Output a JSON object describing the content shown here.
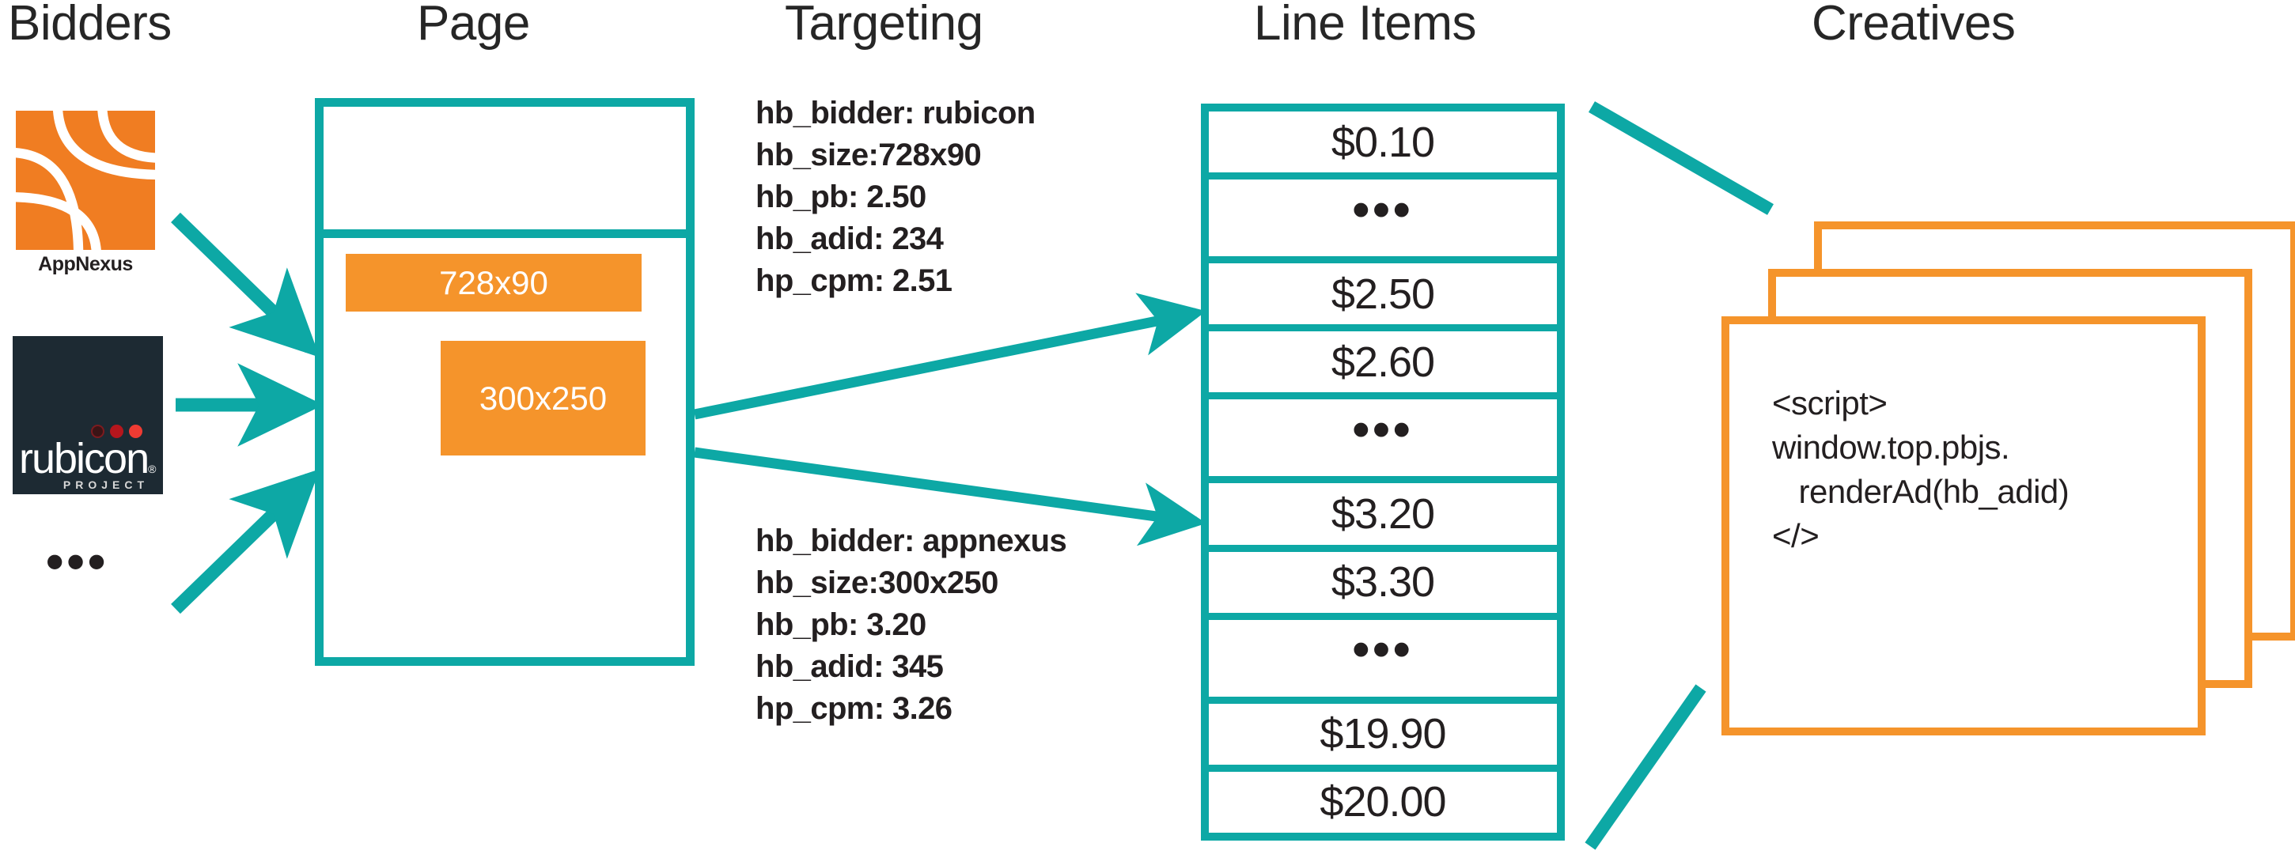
{
  "colors": {
    "teal": "#0da8a5",
    "orange": "#f5942b",
    "ink": "#231f20",
    "rubicon_navy": "#1d2a33"
  },
  "headers": {
    "bidders": "Bidders",
    "page": "Page",
    "targeting": "Targeting",
    "line_items": "Line Items",
    "creatives": "Creatives"
  },
  "bidders": {
    "appnexus_label": "AppNexus",
    "rubicon_label": "rubicon",
    "rubicon_registered": "®",
    "rubicon_sub": "PROJECT",
    "more_ellipsis": "•••"
  },
  "page": {
    "slot_leaderboard": "728x90",
    "slot_mrec": "300x250"
  },
  "targeting": {
    "block_rubicon": [
      "hb_bidder: rubicon",
      "hb_size:728x90",
      "hb_pb: 2.50",
      "hb_adid: 234",
      "hp_cpm: 2.51"
    ],
    "block_appnexus": [
      "hb_bidder: appnexus",
      "hb_size:300x250",
      "hb_pb: 3.20",
      "hb_adid: 345",
      "hp_cpm: 3.26"
    ]
  },
  "line_items": {
    "rows": [
      {
        "label": "$0.10",
        "type": "value"
      },
      {
        "label": "•••",
        "type": "ellipsis"
      },
      {
        "label": "$2.50",
        "type": "value"
      },
      {
        "label": "$2.60",
        "type": "value"
      },
      {
        "label": "•••",
        "type": "ellipsis"
      },
      {
        "label": "$3.20",
        "type": "value"
      },
      {
        "label": "$3.30",
        "type": "value"
      },
      {
        "label": "•••",
        "type": "ellipsis"
      },
      {
        "label": "$19.90",
        "type": "value"
      },
      {
        "label": "$20.00",
        "type": "value"
      }
    ]
  },
  "creatives": {
    "code": "<script>\nwindow.top.pbjs.\n   renderAd(hb_adid)\n</>"
  }
}
